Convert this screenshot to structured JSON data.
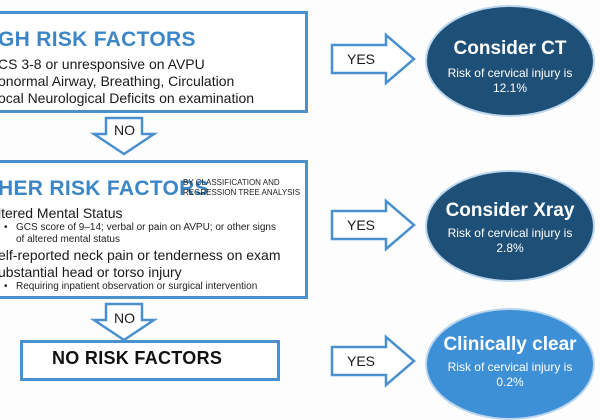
{
  "high": {
    "title": "GH RISK FACTORS",
    "items": [
      "CS 3-8 or unresponsive on AVPU",
      "onormal Airway, Breathing, Circulation",
      "ocal Neurological Deficits on examination"
    ]
  },
  "other": {
    "title": "HER RISK FACTORS",
    "note_line1": "BY CLASSIFICATION AND",
    "note_line2": "REGRESSION TREE ANALYSIS",
    "item1": "ltered Mental Status",
    "item1_sub1": "GCS score of 9–14; verbal or pain on AVPU; or other signs",
    "item1_sub2": "of altered mental status",
    "item2": "elf-reported neck pain or tenderness on exam",
    "item3": "ubstantial head or torso injury",
    "item3_sub": "Requiring inpatient observation or surgical intervention"
  },
  "none": {
    "title": "NO RISK FACTORS"
  },
  "arrows": {
    "yes": "YES",
    "no": "NO"
  },
  "outcomes": [
    {
      "title": "Consider CT",
      "line1": "Risk of cervical injury is",
      "line2": "12.1%",
      "color": "#1e4f77"
    },
    {
      "title": "Consider Xray",
      "line1": "Risk of cervical injury is",
      "line2": "2.8%",
      "color": "#1e4f77"
    },
    {
      "title": "Clinically clear",
      "line1": "Risk of cervical injury is",
      "line2": "0.2%",
      "color": "#3d8fd6"
    }
  ]
}
